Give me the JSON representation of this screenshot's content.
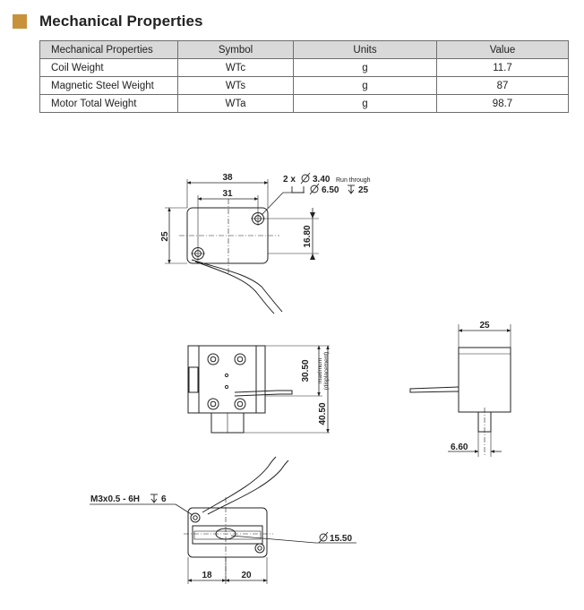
{
  "section": {
    "title": "Mechanical Properties",
    "accent_color": "#c8923a"
  },
  "table": {
    "headers": [
      "Mechanical Properties",
      "Symbol",
      "Units",
      "Value"
    ],
    "rows": [
      [
        "Coil Weight",
        "WTc",
        "g",
        "11.7"
      ],
      [
        "Magnetic Steel Weight",
        "WTs",
        "g",
        "87"
      ],
      [
        "Motor Total Weight",
        "WTa",
        "g",
        "98.7"
      ]
    ]
  },
  "drawing": {
    "top_view": {
      "dim_width_outer": "38",
      "dim_width_inner": "31",
      "dim_height": "25",
      "dim_hole_offset": "16.80",
      "hole_callout_prefix": "2 x",
      "hole_callout_dia": "3.40",
      "hole_callout_note": "Run through",
      "counterbore_dia": "6.50",
      "counterbore_depth": "25"
    },
    "front_view": {
      "dim_height": "30.50",
      "dim_total": "40.50",
      "note_line1": "maximum",
      "note_line2": "(displacement)"
    },
    "side_view": {
      "dim_width": "25",
      "dim_shaft": "6.60"
    },
    "bottom_view": {
      "thread_callout": "M3x0.5 - 6H",
      "thread_depth": "6",
      "dim_diameter": "15.50",
      "dim_left": "18",
      "dim_right": "20"
    }
  }
}
